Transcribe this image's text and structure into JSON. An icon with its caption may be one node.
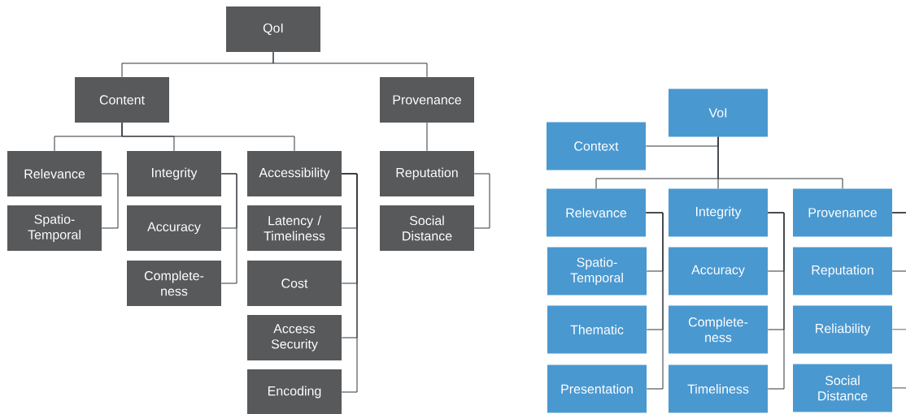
{
  "diagram": {
    "nodes": [
      {
        "text": [
          "QoI"
        ]
      },
      {
        "text": [
          "Content"
        ]
      },
      {
        "text": [
          "Provenance"
        ]
      },
      {
        "text": [
          "Relevance"
        ]
      },
      {
        "text": [
          "Integrity"
        ]
      },
      {
        "text": [
          "Accessibility"
        ]
      },
      {
        "text": [
          "Reputation"
        ]
      },
      {
        "text": [
          "Spatio- Temporal"
        ]
      },
      {
        "text": [
          "Accuracy"
        ]
      },
      {
        "text": [
          "Latency / Timeliness"
        ]
      },
      {
        "text": [
          "Social Distance"
        ]
      },
      {
        "text": [
          "Complete- ness"
        ]
      },
      {
        "text": [
          "Cost"
        ]
      },
      {
        "text": [
          "Access Security"
        ]
      },
      {
        "text": [
          "Encoding"
        ]
      },
      {
        "text": [
          "VoI"
        ]
      },
      {
        "text": [
          "Context"
        ]
      },
      {
        "text": [
          "Relevance"
        ]
      },
      {
        "text": [
          "Integrity"
        ]
      },
      {
        "text": [
          "Provenance"
        ]
      },
      {
        "text": [
          "Spatio- Temporal"
        ]
      },
      {
        "text": [
          "Accuracy"
        ]
      },
      {
        "text": [
          "Reputation"
        ]
      },
      {
        "text": [
          "Thematic"
        ]
      },
      {
        "text": [
          "Complete- ness"
        ]
      },
      {
        "text": [
          "Reliability"
        ]
      },
      {
        "text": [
          "Presentation"
        ]
      },
      {
        "text": [
          "Timeliness"
        ]
      },
      {
        "text": [
          "Social Distance"
        ]
      }
    ],
    "edges": [
      {
        "from": 0,
        "to": 1,
        "arrow": "none"
      },
      {
        "from": 0,
        "to": 2,
        "arrow": "none"
      },
      {
        "from": 1,
        "to": 3,
        "arrow": "none"
      },
      {
        "from": 1,
        "to": 4,
        "arrow": "none"
      },
      {
        "from": 1,
        "to": 5,
        "arrow": "none"
      },
      {
        "from": 3,
        "to": 7,
        "arrow": "none"
      },
      {
        "from": 4,
        "to": 8,
        "arrow": "none"
      },
      {
        "from": 4,
        "to": 11,
        "arrow": "none"
      },
      {
        "from": 5,
        "to": 9,
        "arrow": "none"
      },
      {
        "from": 5,
        "to": 12,
        "arrow": "none"
      },
      {
        "from": 5,
        "to": 13,
        "arrow": "none"
      },
      {
        "from": 5,
        "to": 14,
        "arrow": "none"
      },
      {
        "from": 2,
        "to": 6,
        "arrow": "none"
      },
      {
        "from": 6,
        "to": 10,
        "arrow": "none"
      },
      {
        "from": 15,
        "to": 16,
        "arrow": "none"
      },
      {
        "from": 15,
        "to": 17,
        "arrow": "none"
      },
      {
        "from": 15,
        "to": 18,
        "arrow": "none"
      },
      {
        "from": 15,
        "to": 19,
        "arrow": "none"
      },
      {
        "from": 17,
        "to": 20,
        "arrow": "none"
      },
      {
        "from": 17,
        "to": 23,
        "arrow": "none"
      },
      {
        "from": 17,
        "to": 26,
        "arrow": "none"
      },
      {
        "from": 18,
        "to": 21,
        "arrow": "none"
      },
      {
        "from": 18,
        "to": 24,
        "arrow": "none"
      },
      {
        "from": 18,
        "to": 27,
        "arrow": "none"
      },
      {
        "from": 19,
        "to": 22,
        "arrow": "none"
      },
      {
        "from": 19,
        "to": 25,
        "arrow": "none"
      },
      {
        "from": 19,
        "to": 28,
        "arrow": "none"
      }
    ]
  }
}
